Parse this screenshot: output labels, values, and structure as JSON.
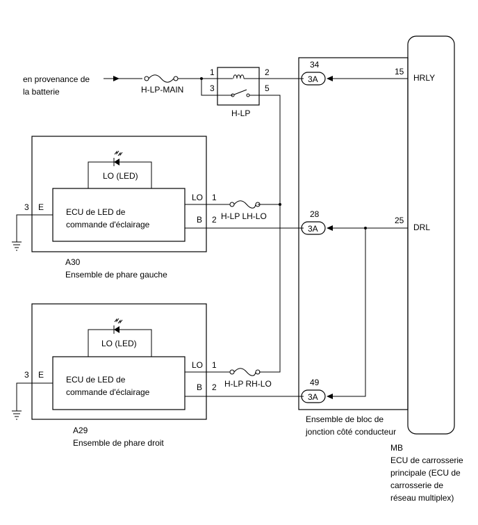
{
  "source": {
    "line1": "en provenance de",
    "line2": "la batterie"
  },
  "fuses": {
    "main": "H-LP-MAIN",
    "lh": "H-LP LH-LO",
    "rh": "H-LP RH-LO"
  },
  "relay": {
    "name": "H-LP",
    "pins": [
      "1",
      "2",
      "3",
      "5"
    ]
  },
  "left_lamp": {
    "code": "A30",
    "name": "Ensemble de phare gauche",
    "ecu_line1": "ECU de LED de",
    "ecu_line2": "commande d'éclairage",
    "led_label": "LO (LED)",
    "pin_lo": "LO",
    "pin_b": "B",
    "pin_e": "E",
    "num_lo": "1",
    "num_b": "2",
    "num_e": "3"
  },
  "right_lamp": {
    "code": "A29",
    "name": "Ensemble de phare droit",
    "ecu_line1": "ECU de LED de",
    "ecu_line2": "commande d'éclairage",
    "led_label": "LO (LED)",
    "pin_lo": "LO",
    "pin_b": "B",
    "pin_e": "E",
    "num_lo": "1",
    "num_b": "2",
    "num_e": "3"
  },
  "junction_block": {
    "line1": "Ensemble de bloc de",
    "line2": "jonction côté conducteur",
    "connector": "3A",
    "pins": [
      "34",
      "28",
      "49"
    ]
  },
  "body_ecu": {
    "code": "MB",
    "line1": "ECU de carrosserie",
    "line2": "principale (ECU de",
    "line3": "carrosserie de",
    "line4": "réseau multiplex)",
    "hrly_pin": "15",
    "hrly": "HRLY",
    "drl_pin": "25",
    "drl": "DRL"
  }
}
